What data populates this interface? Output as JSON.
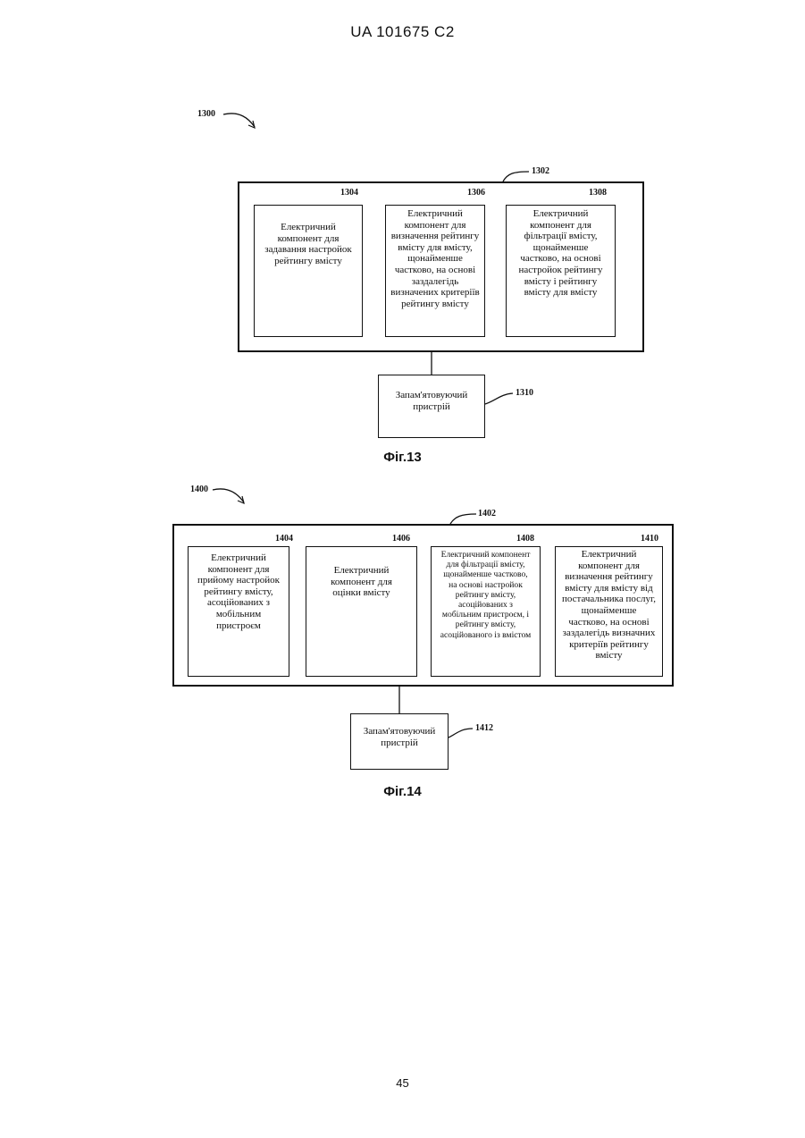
{
  "header": "UA   101675   C2",
  "page_number": "45",
  "fig13": {
    "caption": "Фіг.13",
    "ref_main": "1300",
    "ref_outer": "1302",
    "boxes": [
      {
        "ref": "1304",
        "text": "Електричний\nкомпонент для\nзадавання настройок\nрейтингу вмісту"
      },
      {
        "ref": "1306",
        "text": "Електричний\nкомпонент для\nвизначення рейтингу\nвмісту для вмісту,\nщонайменше\nчастково, на основі\nзаздалегідь\nвизначених критеріїв\nрейтингу вмісту"
      },
      {
        "ref": "1308",
        "text": "Електричний\nкомпонент для\nфільтрації вмісту,\nщонайменше\nчастково, на основі\nнастройок рейтингу\nвмісту і рейтингу\nвмісту для вмісту"
      }
    ],
    "storage": {
      "ref": "1310",
      "text": "Запам'ятовуючий\nпристрій"
    }
  },
  "fig14": {
    "caption": "Фіг.14",
    "ref_main": "1400",
    "ref_outer": "1402",
    "boxes": [
      {
        "ref": "1404",
        "text": "Електричний\nкомпонент для\nприйому настройок\nрейтингу вмісту,\nасоційованих з\nмобільним\nпристроєм"
      },
      {
        "ref": "1406",
        "text": "Електричний\nкомпонент для\nоцінки вмісту"
      },
      {
        "ref": "1408",
        "text": "Електричний компонент\nдля фільтрації вмісту,\nщонайменше частково,\nна основі настройок\nрейтингу вмісту,\nасоційованих з\nмобільним пристроєм, і\nрейтингу вмісту,\nасоційованого із вмістом"
      },
      {
        "ref": "1410",
        "text": "Електричний\nкомпонент для\nвизначення рейтингу\nвмісту для вмісту від\nпостачальника послуг,\nщонайменше\nчастково, на основі\nзаздалегідь визначних\nкритеріїв рейтингу\nвмісту"
      }
    ],
    "storage": {
      "ref": "1412",
      "text": "Запам'ятовуючий\nпристрій"
    }
  }
}
